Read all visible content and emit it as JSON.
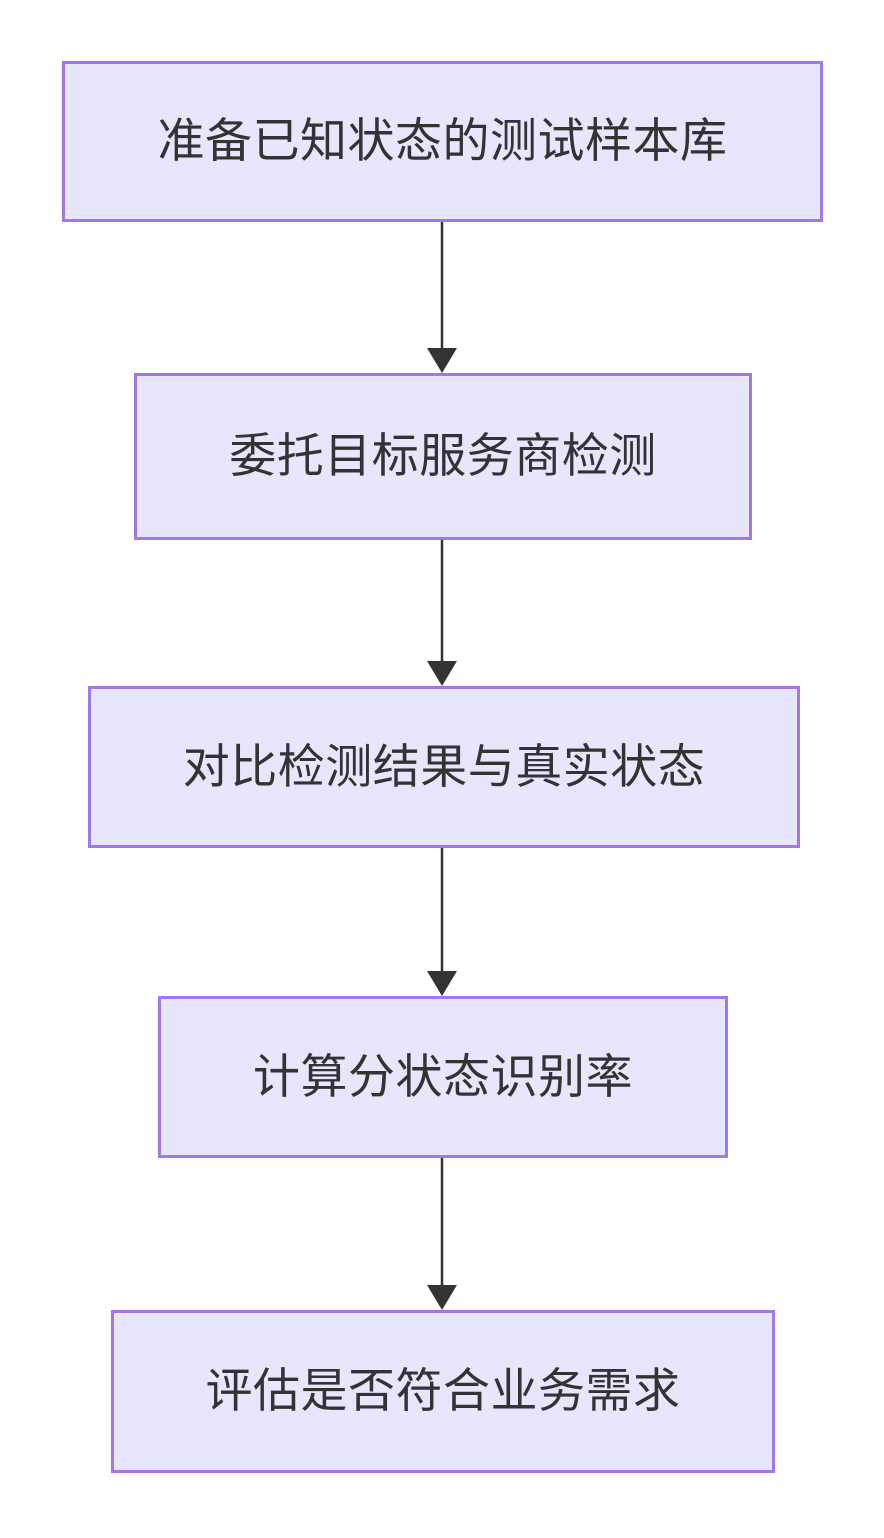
{
  "diagram": {
    "type": "flowchart",
    "orientation": "top-to-bottom",
    "background_color": "#ffffff",
    "node_fill_color": "#e8e6fc",
    "node_border_color": "#9f7ae6",
    "node_text_color": "#333333",
    "edge_color": "#333333",
    "nodes": [
      {
        "id": "n1",
        "label": "准备已知状态的测试样本库"
      },
      {
        "id": "n2",
        "label": "委托目标服务商检测"
      },
      {
        "id": "n3",
        "label": "对比检测结果与真实状态"
      },
      {
        "id": "n4",
        "label": "计算分状态识别率"
      },
      {
        "id": "n5",
        "label": "评估是否符合业务需求"
      }
    ],
    "edges": [
      {
        "from": "n1",
        "to": "n2",
        "label": ""
      },
      {
        "from": "n2",
        "to": "n3",
        "label": ""
      },
      {
        "from": "n3",
        "to": "n4",
        "label": ""
      },
      {
        "from": "n4",
        "to": "n5",
        "label": ""
      }
    ]
  }
}
